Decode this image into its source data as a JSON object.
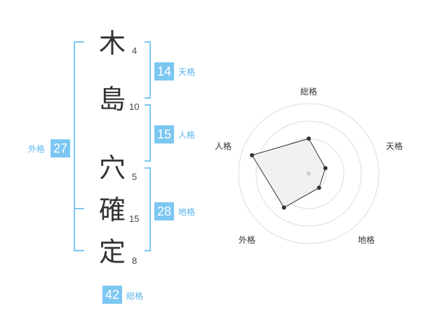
{
  "name": {
    "characters": [
      {
        "char": "木",
        "strokes": "4"
      },
      {
        "char": "島",
        "strokes": "10"
      },
      {
        "char": "穴",
        "strokes": "5"
      },
      {
        "char": "確",
        "strokes": "15"
      },
      {
        "char": "定",
        "strokes": "8"
      }
    ]
  },
  "fortunes": {
    "tenkaku": {
      "value": "14",
      "label": "天格"
    },
    "jinkaku": {
      "value": "15",
      "label": "人格"
    },
    "chikaku": {
      "value": "28",
      "label": "地格"
    },
    "gaikaku": {
      "value": "27",
      "label": "外格"
    },
    "soukaku": {
      "value": "42",
      "label": "総格"
    }
  },
  "radar": {
    "labels": {
      "top": "総格",
      "right": "天格",
      "bottom_right": "地格",
      "bottom_left": "外格",
      "left": "人格"
    },
    "values": {
      "top": 0.5,
      "right": 0.25,
      "bottom_right": 0.25,
      "bottom_left": 0.6,
      "left": 0.85
    },
    "colors": {
      "grid": "#dddddd",
      "line": "#333333",
      "fill": "#f0f0f0",
      "point": "#333333"
    }
  },
  "colors": {
    "accent": "#7cc7f2",
    "bracket": "#7cc7f2"
  }
}
